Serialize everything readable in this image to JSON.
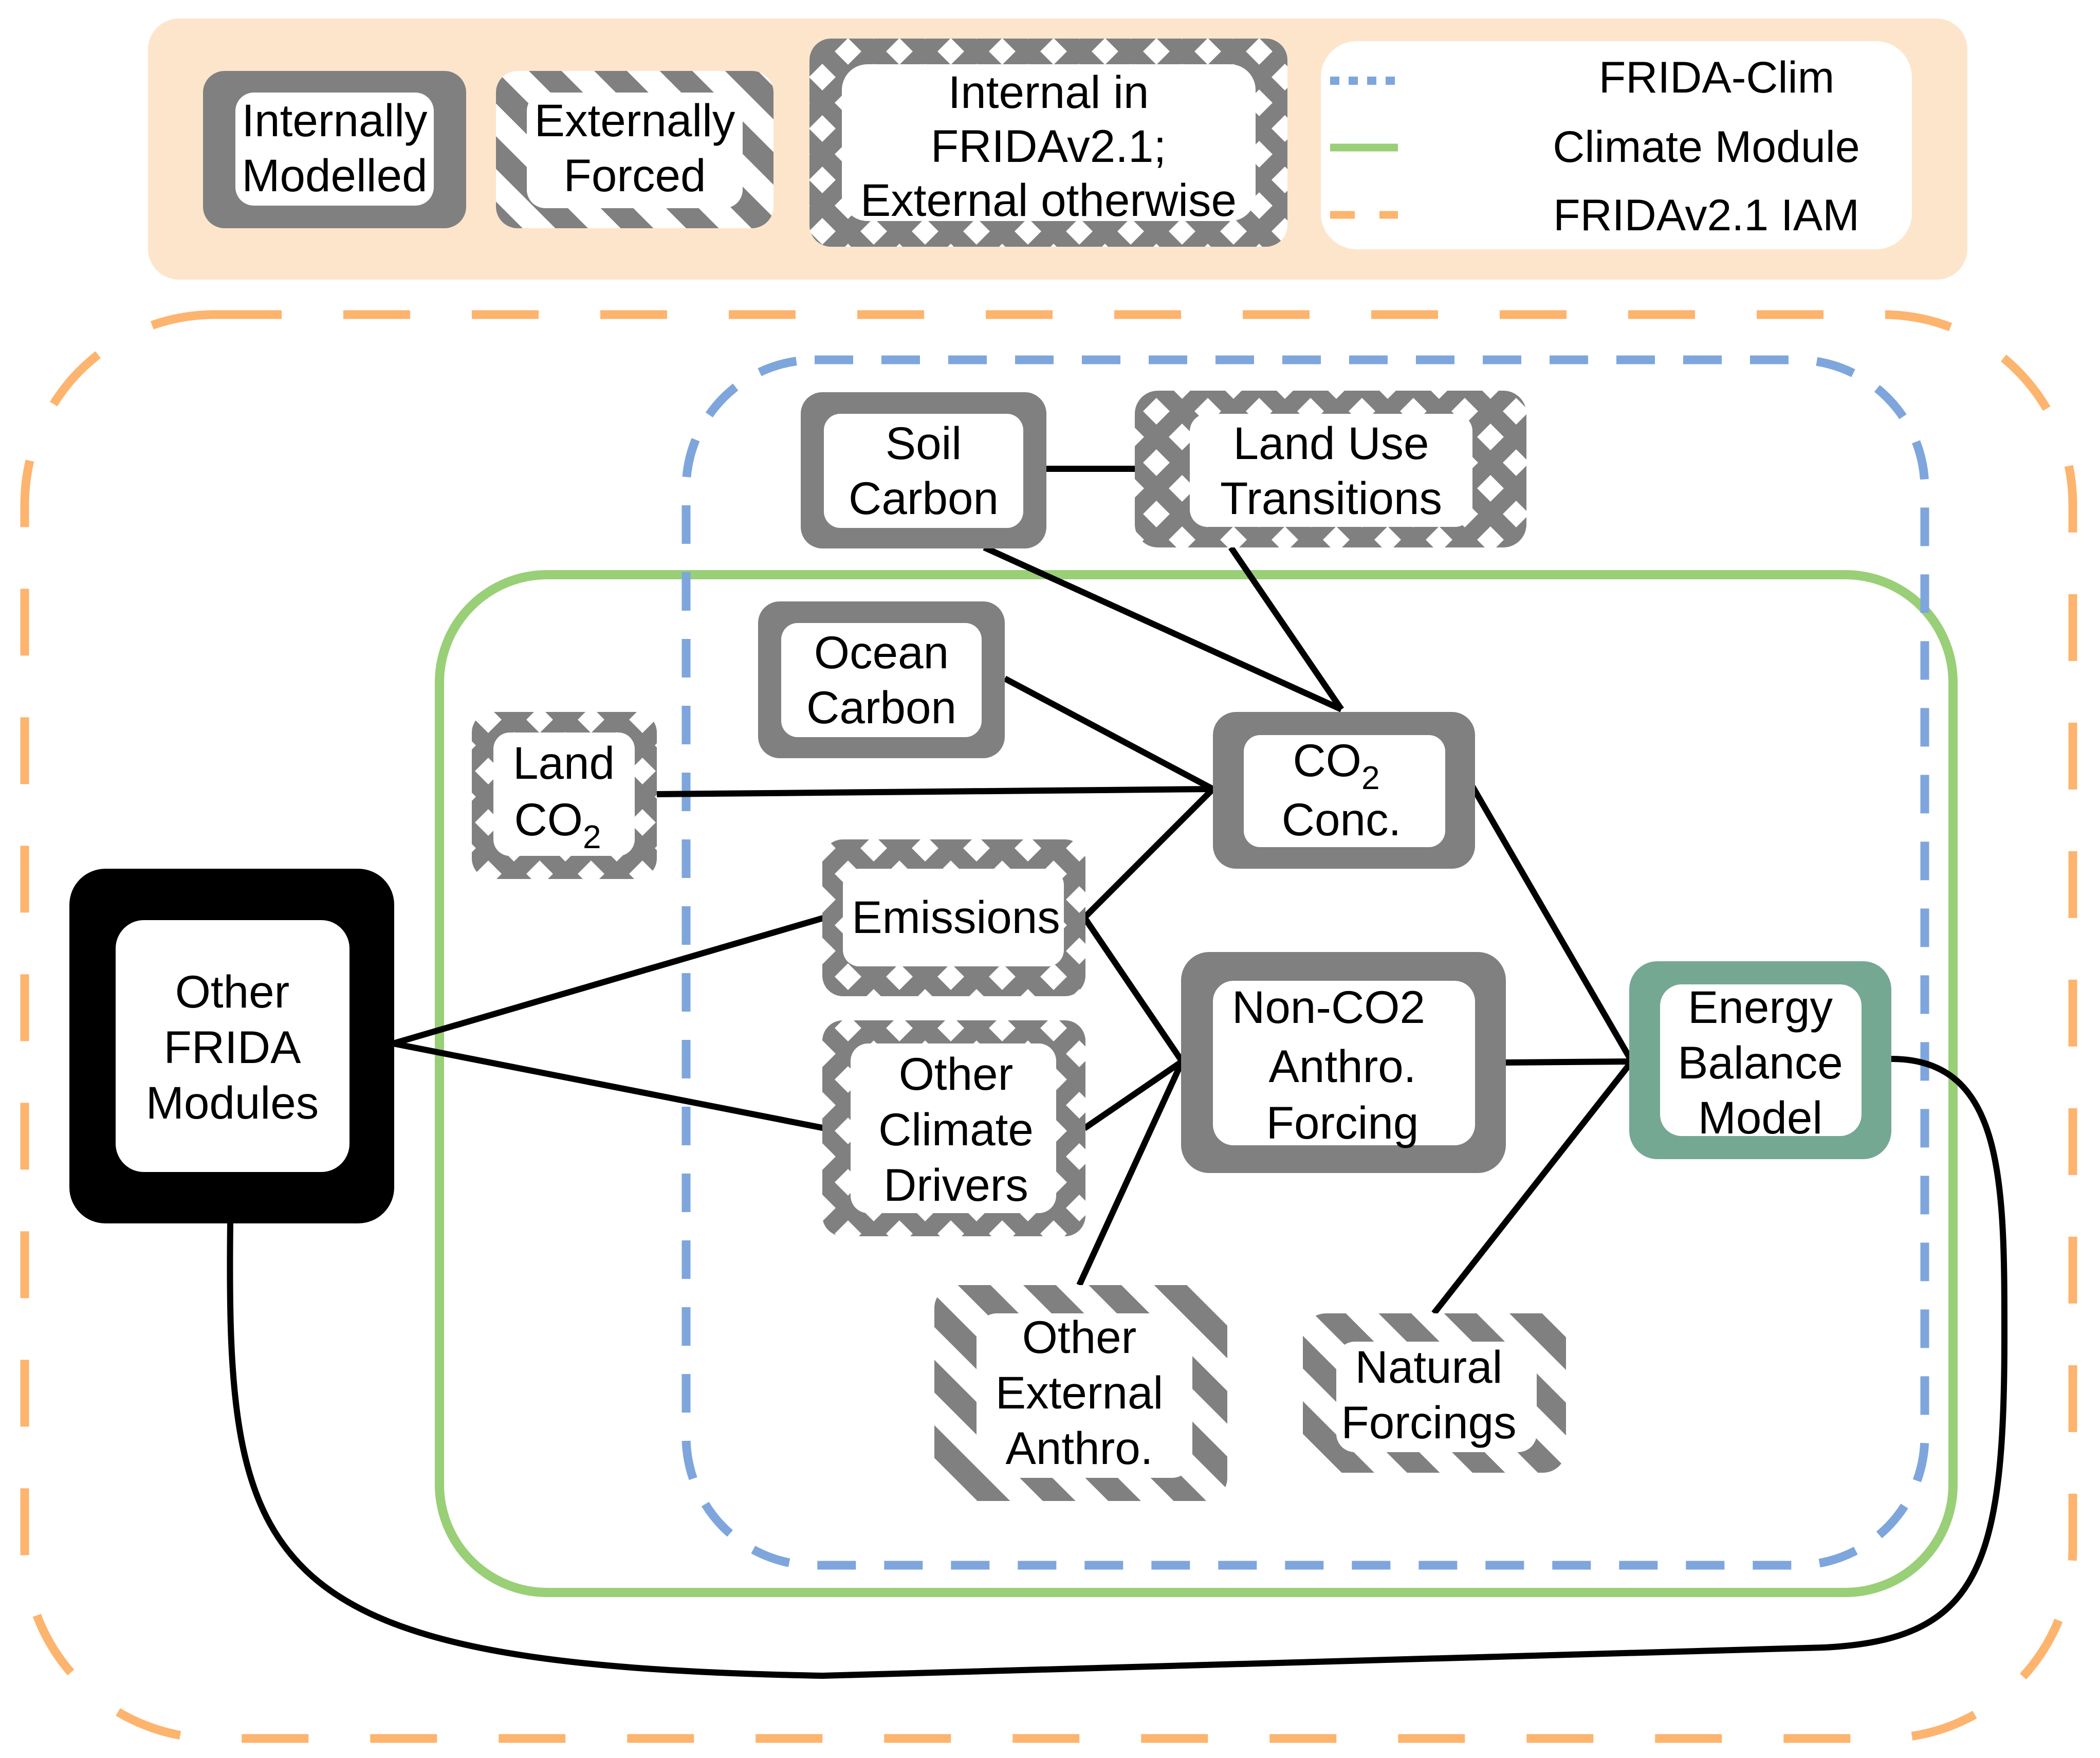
{
  "colors": {
    "legend_bg": "#fde5cc",
    "node_gray": "#808080",
    "node_black": "#000000",
    "node_teal": "#74a893",
    "frida_clim": "#7ea6dc",
    "climate_module": "#99cf77",
    "frida_iam": "#fdb46e",
    "edge": "#000000"
  },
  "legend": {
    "styles": [
      {
        "id": "internal",
        "lines": [
          "Internally",
          "Modelled"
        ]
      },
      {
        "id": "external",
        "lines": [
          "Externally",
          "Forced"
        ]
      },
      {
        "id": "mixed",
        "lines": [
          "Internal in",
          "FRIDAv2.1;",
          "External otherwise"
        ]
      }
    ],
    "boundaries": [
      {
        "id": "frida_clim",
        "label": "FRIDA-Clim"
      },
      {
        "id": "climate_module",
        "label": "Climate Module"
      },
      {
        "id": "frida_iam",
        "label": "FRIDAv2.1 IAM"
      }
    ]
  },
  "nodes": {
    "soil_carbon": {
      "lines": [
        "Soil",
        "Carbon"
      ],
      "style": "internal"
    },
    "land_use": {
      "lines": [
        "Land Use",
        "Transitions"
      ],
      "style": "mixed"
    },
    "ocean_carbon": {
      "lines": [
        "Ocean",
        "Carbon"
      ],
      "style": "internal"
    },
    "land_co2": {
      "line1": "Land",
      "line2_main": "CO",
      "line2_sub": "2",
      "style": "mixed"
    },
    "co2_conc": {
      "line1_main": "CO",
      "line1_sub": "2",
      "line2": "Conc.",
      "style": "internal"
    },
    "emissions": {
      "lines": [
        "Emissions"
      ],
      "style": "mixed"
    },
    "other_climate_drivers": {
      "lines": [
        "Other",
        "Climate",
        "Drivers"
      ],
      "style": "mixed"
    },
    "non_co2": {
      "line1_main": "Non-CO",
      "line1_sub": "2",
      "lines_rest": [
        "Anthro.",
        "Forcing"
      ],
      "style": "internal"
    },
    "energy_balance": {
      "lines": [
        "Energy",
        "Balance",
        "Model"
      ],
      "style": "teal"
    },
    "other_frida": {
      "lines": [
        "Other",
        "FRIDA",
        "Modules"
      ],
      "style": "black"
    },
    "other_external": {
      "lines": [
        "Other",
        "External",
        "Anthro."
      ],
      "style": "external"
    },
    "natural_forcings": {
      "lines": [
        "Natural",
        "Forcings"
      ],
      "style": "external"
    }
  },
  "edges": [
    [
      "soil_carbon",
      "land_use"
    ],
    [
      "soil_carbon",
      "co2_conc"
    ],
    [
      "land_use",
      "co2_conc"
    ],
    [
      "ocean_carbon",
      "co2_conc"
    ],
    [
      "land_co2",
      "co2_conc"
    ],
    [
      "emissions",
      "co2_conc"
    ],
    [
      "emissions",
      "non_co2"
    ],
    [
      "other_climate_drivers",
      "non_co2"
    ],
    [
      "other_external",
      "non_co2"
    ],
    [
      "co2_conc",
      "energy_balance"
    ],
    [
      "non_co2",
      "energy_balance"
    ],
    [
      "natural_forcings",
      "energy_balance"
    ],
    [
      "other_frida",
      "emissions"
    ],
    [
      "other_frida",
      "other_climate_drivers"
    ],
    [
      "energy_balance",
      "other_frida"
    ]
  ]
}
